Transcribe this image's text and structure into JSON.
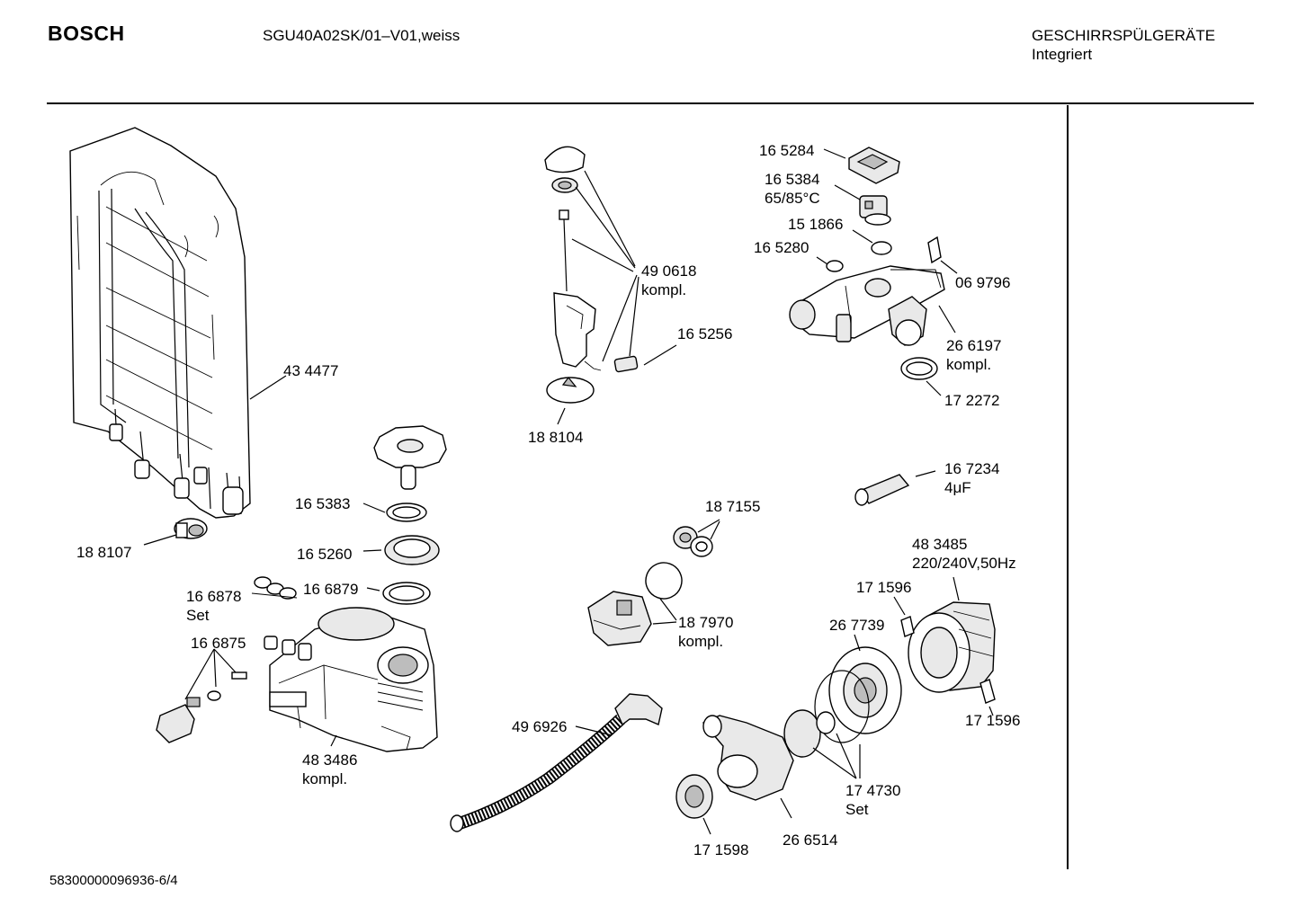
{
  "header": {
    "brand": "BOSCH",
    "model": "SGU40A02SK/01–V01,weiss",
    "category_line1": "GESCHIRRSPÜLGERÄTE",
    "category_line2": "Integriert"
  },
  "footer": {
    "doc_number": "58300000096936-6/4"
  },
  "parts": [
    {
      "id": "p434477",
      "number": "43 4477",
      "note": ""
    },
    {
      "id": "p188107",
      "number": "18 8107",
      "note": ""
    },
    {
      "id": "p165383",
      "number": "16 5383",
      "note": ""
    },
    {
      "id": "p165260",
      "number": "16 5260",
      "note": ""
    },
    {
      "id": "p166879",
      "number": "16 6879",
      "note": ""
    },
    {
      "id": "p166878",
      "number": "16 6878",
      "note": "Set"
    },
    {
      "id": "p166875",
      "number": "16 6875",
      "note": ""
    },
    {
      "id": "p483486",
      "number": "48 3486",
      "note": "kompl."
    },
    {
      "id": "p490618",
      "number": "49 0618",
      "note": "kompl."
    },
    {
      "id": "p165256",
      "number": "16 5256",
      "note": ""
    },
    {
      "id": "p188104",
      "number": "18 8104",
      "note": ""
    },
    {
      "id": "p187155",
      "number": "18 7155",
      "note": ""
    },
    {
      "id": "p187970",
      "number": "18 7970",
      "note": "kompl."
    },
    {
      "id": "p496926",
      "number": "49 6926",
      "note": ""
    },
    {
      "id": "p165284",
      "number": "16 5284",
      "note": ""
    },
    {
      "id": "p165384",
      "number": "16 5384",
      "note": "65/85°C"
    },
    {
      "id": "p151866",
      "number": "15 1866",
      "note": ""
    },
    {
      "id": "p165280",
      "number": "16 5280",
      "note": ""
    },
    {
      "id": "p069796",
      "number": "06 9796",
      "note": ""
    },
    {
      "id": "p266197",
      "number": "26 6197",
      "note": "kompl."
    },
    {
      "id": "p172272",
      "number": "17 2272",
      "note": ""
    },
    {
      "id": "p167234",
      "number": "16 7234",
      "note": "4μF"
    },
    {
      "id": "p483485",
      "number": "48 3485",
      "note": "220/240V,50Hz"
    },
    {
      "id": "p171596a",
      "number": "17 1596",
      "note": ""
    },
    {
      "id": "p267739",
      "number": "26 7739",
      "note": ""
    },
    {
      "id": "p171596b",
      "number": "17 1596",
      "note": ""
    },
    {
      "id": "p174730",
      "number": "17 4730",
      "note": "Set"
    },
    {
      "id": "p171598",
      "number": "17 1598",
      "note": ""
    },
    {
      "id": "p266514",
      "number": "26 6514",
      "note": ""
    }
  ]
}
